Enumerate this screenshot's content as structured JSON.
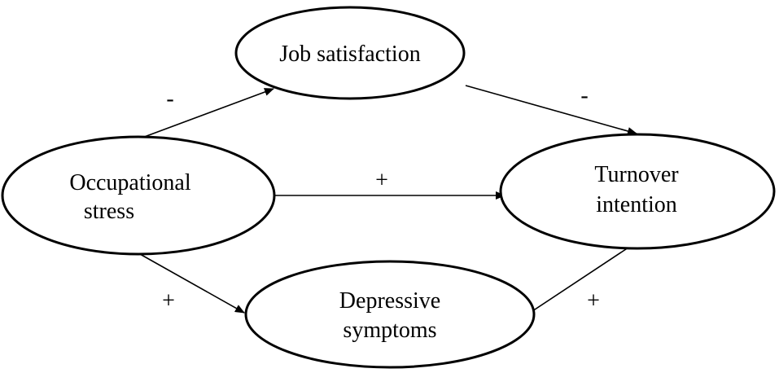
{
  "nodes": {
    "job_satisfaction": {
      "lines": [
        "Job satisfaction"
      ]
    },
    "occupational_stress": {
      "lines": [
        "Occupational",
        "stress"
      ]
    },
    "turnover_intention": {
      "lines": [
        "Turnover",
        "intention"
      ]
    },
    "depressive_symptoms": {
      "lines": [
        "Depressive",
        "symptoms"
      ]
    }
  },
  "edges": {
    "stress_to_satisfaction": {
      "sign": "-"
    },
    "satisfaction_to_turnover": {
      "sign": "-"
    },
    "stress_to_turnover": {
      "sign": "+"
    },
    "stress_to_depressive": {
      "sign": "+"
    },
    "depressive_to_turnover": {
      "sign": "+"
    }
  }
}
